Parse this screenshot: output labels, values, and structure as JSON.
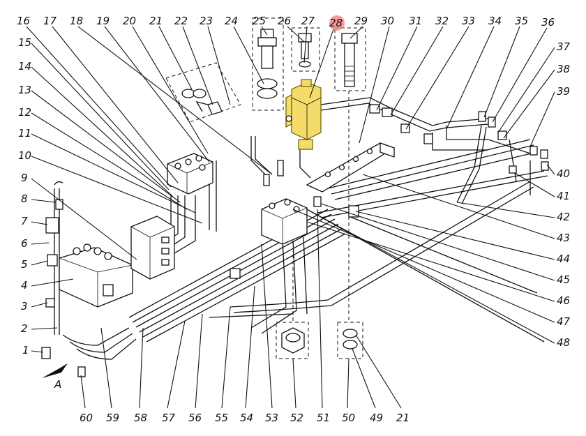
{
  "view_arrow_label": "A",
  "highlight": {
    "part": "28",
    "color": "#f5dc6a",
    "marker_color": "#f07a7a"
  },
  "top_callouts": [
    "16",
    "17",
    "18",
    "19",
    "20",
    "21",
    "22",
    "23",
    "24",
    "25",
    "26",
    "27",
    "28",
    "29",
    "30",
    "31",
    "32",
    "33",
    "34",
    "35",
    "36"
  ],
  "left_callouts": [
    "15",
    "14",
    "13",
    "12",
    "11",
    "10",
    "9",
    "8",
    "7",
    "6",
    "5",
    "4",
    "3",
    "2",
    "1"
  ],
  "right_callouts": [
    "37",
    "38",
    "39",
    "40",
    "41",
    "42",
    "43",
    "44",
    "45",
    "46",
    "47",
    "48"
  ],
  "bottom_callouts": [
    "60",
    "59",
    "58",
    "57",
    "56",
    "55",
    "54",
    "53",
    "52",
    "51",
    "50",
    "49",
    "21"
  ]
}
